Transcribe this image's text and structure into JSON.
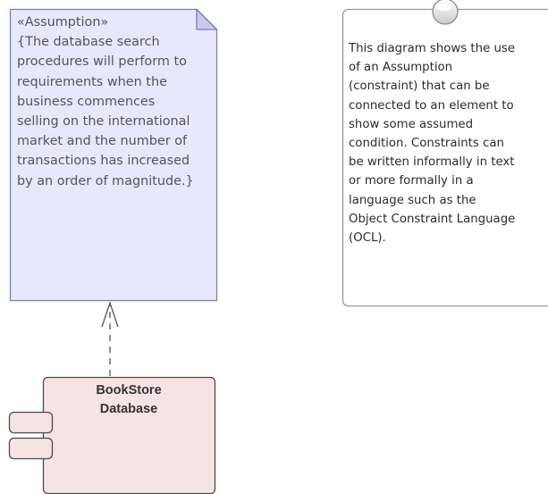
{
  "diagram": {
    "assumption_note": {
      "stereotype": "«Assumption»",
      "lines": [
        "{The database search",
        "procedures will perform to",
        "requirements when the",
        "business commences",
        "selling on the international",
        "market and the number of",
        "transactions has increased",
        "by an order of magnitude.}"
      ],
      "fill_color": "#e8e8fc",
      "border_color": "#7b7bc0"
    },
    "comment_note": {
      "lines": [
        "This diagram shows the use",
        "of an Assumption",
        "(constraint) that can be",
        "connected to an element to",
        "show some assumed",
        "condition. Constraints can",
        "be written informally in text",
        "or more formally in a",
        "language such as the",
        "Object Constraint Language",
        "(OCL)."
      ],
      "border_color": "#9a9a9a"
    },
    "component": {
      "name_lines": [
        "BookStore",
        "Database"
      ],
      "fill_color": "#f6e4e4",
      "border_color": "#4a4a4a"
    },
    "connector": {
      "style": "dashed",
      "arrowhead": "open"
    }
  }
}
